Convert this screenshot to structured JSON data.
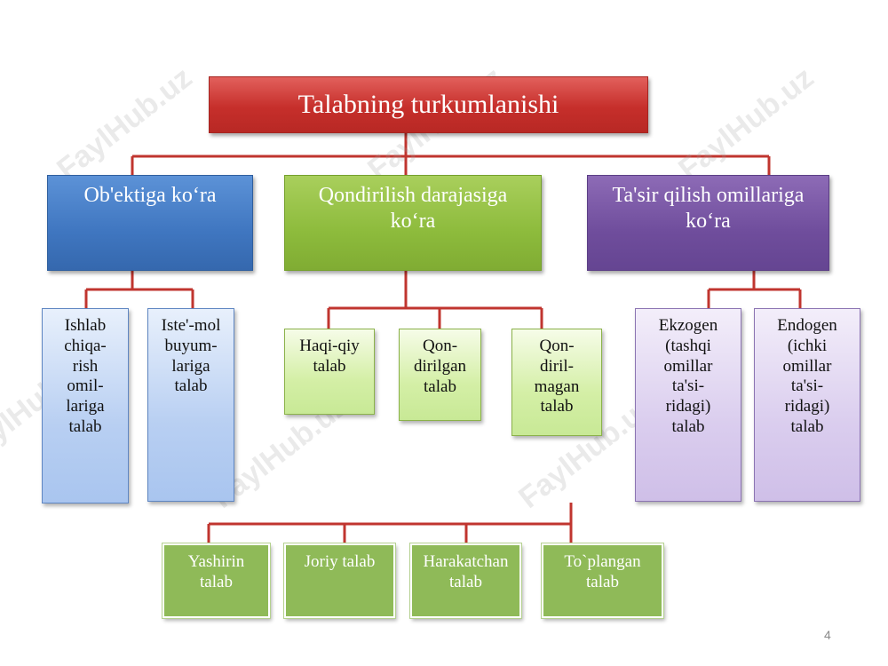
{
  "title": "Talabning turkumlanishi",
  "categories": {
    "object": "Ob'ektiga ko‘ra",
    "satisfaction": "Qondirilish darajasiga ko‘ra",
    "factors": "Ta'sir qilish omillariga ko‘ra"
  },
  "leaves": {
    "production": "Ishlab chiqa-rish omil-lariga talab",
    "consumer": "Iste'-mol buyum-lariga talab",
    "real": "Haqi-qiy talab",
    "satisfied": "Qon-dirilgan talab",
    "unsatisfied": "Qon-diril-magan talab",
    "exogenous": "Ekzogen (tashqi omillar ta'si-ridagi) talab",
    "endogenous": "Endogen (ichki omillar ta'si-ridagi) talab"
  },
  "subtypes": {
    "hidden": "Yashirin talab",
    "current": "Joriy talab",
    "active": "Harakatchan talab",
    "accumulated": "To`plangan talab"
  },
  "page_number": "4",
  "watermark": "FaylHub.uz",
  "colors": {
    "connector": "#c0352f",
    "title": "#c62f2b",
    "blue": "#3f76c0",
    "green": "#8dbb3c",
    "purple": "#6f4d9c"
  }
}
